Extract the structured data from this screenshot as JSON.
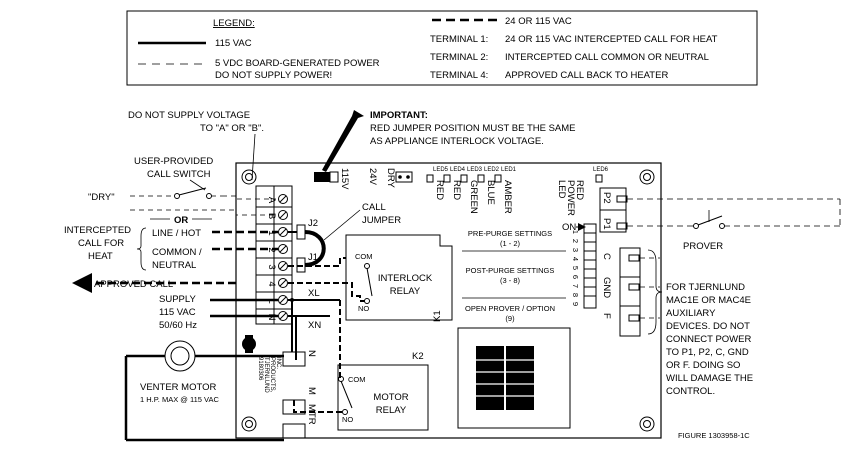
{
  "legend": {
    "title": "LEGEND:",
    "solid_label": "115 VAC",
    "thin_dash_label_1": "5 VDC BOARD-GENERATED POWER",
    "thin_dash_label_2": "DO NOT SUPPLY POWER!",
    "thick_dash_label": "24 OR 115 VAC",
    "terminals": [
      {
        "key": "TERMINAL 1:",
        "desc": "24 OR 115 VAC INTERCEPTED CALL FOR HEAT"
      },
      {
        "key": "TERMINAL 2:",
        "desc": "INTERCEPTED CALL COMMON OR NEUTRAL"
      },
      {
        "key": "TERMINAL 4:",
        "desc": "APPROVED CALL BACK TO HEATER"
      }
    ]
  },
  "notes": {
    "no_voltage_1": "DO NOT SUPPLY VOLTAGE",
    "no_voltage_2": "TO \"A\" OR \"B\".",
    "important_title": "IMPORTANT:",
    "important_1": "RED JUMPER POSITION MUST BE THE SAME",
    "important_2": "AS APPLIANCE INTERLOCK VOLTAGE.",
    "user_switch_1": "USER-PROVIDED",
    "user_switch_2": "CALL SWITCH",
    "dry": "\"DRY\"",
    "or": "OR",
    "intercepted_1": "INTERCEPTED",
    "intercepted_2": "CALL FOR",
    "intercepted_3": "HEAT",
    "line_hot": "LINE / HOT",
    "common_1": "COMMON /",
    "common_2": "NEUTRAL",
    "call_jumper_1": "CALL",
    "call_jumper_2": "JUMPER",
    "approved_call": "APPROVED CALL",
    "supply_1": "SUPPLY",
    "supply_2": "115 VAC",
    "supply_3": "50/60 Hz",
    "venter_1": "VENTER MOTOR",
    "venter_2": "1 H.P. MAX @ 115 VAC",
    "prover": "PROVER",
    "tjernlund_1": "FOR TJERNLUND",
    "tjernlund_2": "MAC1E OR MAC4E",
    "tjernlund_3": "AUXILIARY",
    "tjernlund_4": "DEVICES.  DO NOT",
    "tjernlund_5": "CONNECT POWER",
    "tjernlund_6": "TO P1, P2, C, GND",
    "tjernlund_7": "OR F.  DOING SO",
    "tjernlund_8": "WILL DAMAGE THE",
    "tjernlund_9": "CONTROL.",
    "figure": "FIGURE 1303958-1C"
  },
  "board": {
    "terminals_left": [
      "A",
      "B",
      "1",
      "2",
      "3",
      "4",
      "L",
      "N"
    ],
    "j2": "J2",
    "j1": "J1",
    "xl": "XL",
    "xn": "XN",
    "v115": "115V",
    "v24": "24V",
    "dry": "DRY",
    "leds": [
      {
        "id": "LED5",
        "color": "RED"
      },
      {
        "id": "LED4",
        "color": "RED"
      },
      {
        "id": "LED3",
        "color": "GREEN"
      },
      {
        "id": "LED2",
        "color": "BLUE"
      },
      {
        "id": "LED1",
        "color": "AMBER"
      }
    ],
    "led6_id": "LED6",
    "led6_label_1": "RED",
    "led6_label_2": "POWER",
    "led6_label_3": "LED",
    "p2": "P2",
    "p1": "P1",
    "on": "ON",
    "dip_numbers": [
      "1",
      "2",
      "3",
      "4",
      "5",
      "6",
      "7",
      "8",
      "9"
    ],
    "pre_purge_1": "PRE-PURGE SETTINGS",
    "pre_purge_2": "(1 - 2)",
    "post_purge_1": "POST-PURGE SETTINGS",
    "post_purge_2": "(3 - 8)",
    "open_prover_1": "OPEN PROVER / OPTION",
    "open_prover_2": "(9)",
    "right_terms": [
      "C",
      "GND",
      "F"
    ],
    "interlock_1": "INTERLOCK",
    "interlock_2": "RELAY",
    "k1": "K1",
    "motor_1": "MOTOR",
    "motor_2": "RELAY",
    "k2": "K2",
    "com": "COM",
    "no": "NO",
    "mtr_n": "N",
    "mtr_m": "M",
    "mtr": "MTR",
    "part_1": "9180306",
    "part_2": "TJERNLUND",
    "part_3": "PRODUCTS,",
    "part_4": "INC."
  }
}
